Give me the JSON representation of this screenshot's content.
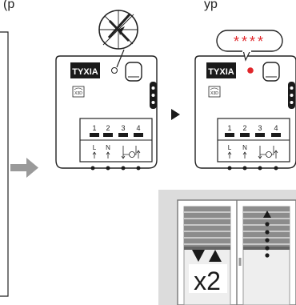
{
  "header": {
    "fragment": "(p",
    "trailing_text": "yp"
  },
  "device_left": {
    "brand": "TYXIA",
    "badge": "X3D",
    "terminals": {
      "numbers": [
        "1",
        "2",
        "3",
        "4"
      ],
      "letters": [
        "L",
        "N"
      ]
    },
    "led_state": "off"
  },
  "device_right": {
    "brand": "TYXIA",
    "badge": "X3D",
    "terminals": {
      "numbers": [
        "1",
        "2",
        "3",
        "4"
      ],
      "letters": [
        "L",
        "N"
      ]
    },
    "led_state": "blinking-red",
    "blink_symbols": "****"
  },
  "window_panel": {
    "press_count_label": "x2"
  },
  "colors": {
    "arrow_gray": "#9a9a9a",
    "led_red": "#e0262a",
    "device_black": "#1a1a1a",
    "panel_gray": "#dcdcdc",
    "slat_gray": "#8c8c8c"
  }
}
